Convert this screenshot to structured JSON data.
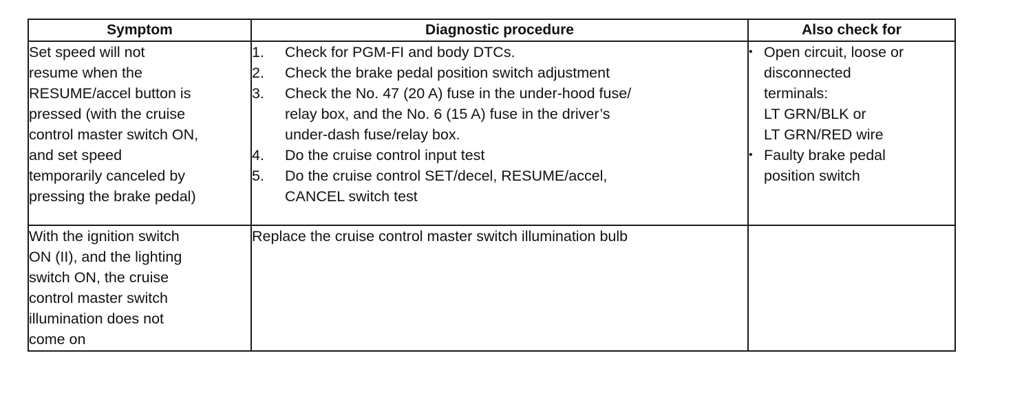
{
  "table": {
    "headers": [
      "Symptom",
      "Diagnostic procedure",
      "Also check for"
    ],
    "rows": [
      {
        "symptom": "Set speed will not\nresume when the\nRESUME/accel button is\npressed (with the cruise\ncontrol master switch ON,\nand set speed\ntemporarily canceled by\npressing the brake pedal)",
        "procedure_steps": [
          {
            "num": "1.",
            "text": "Check for PGM-FI and body DTCs."
          },
          {
            "num": "2.",
            "text": "Check the brake pedal position switch adjustment"
          },
          {
            "num": "3.",
            "text": "Check the No. 47 (20 A) fuse in the under-hood fuse/\nrelay box, and the No. 6 (15 A) fuse in the driver’s\nunder-dash fuse/relay box."
          },
          {
            "num": "4.",
            "text": "Do the cruise control input test"
          },
          {
            "num": "5.",
            "text": "Do the cruise control SET/decel, RESUME/accel,\nCANCEL switch test"
          }
        ],
        "also_check": [
          "Open circuit, loose or\ndisconnected\nterminals:\nLT GRN/BLK or\nLT GRN/RED wire",
          "Faulty brake pedal\nposition switch"
        ]
      },
      {
        "symptom": "With the ignition switch\nON (II), and the lighting\nswitch ON, the cruise\ncontrol master switch\nillumination does not\ncome on",
        "procedure_text": "Replace the cruise control master switch illumination bulb",
        "also_check": []
      }
    ]
  }
}
